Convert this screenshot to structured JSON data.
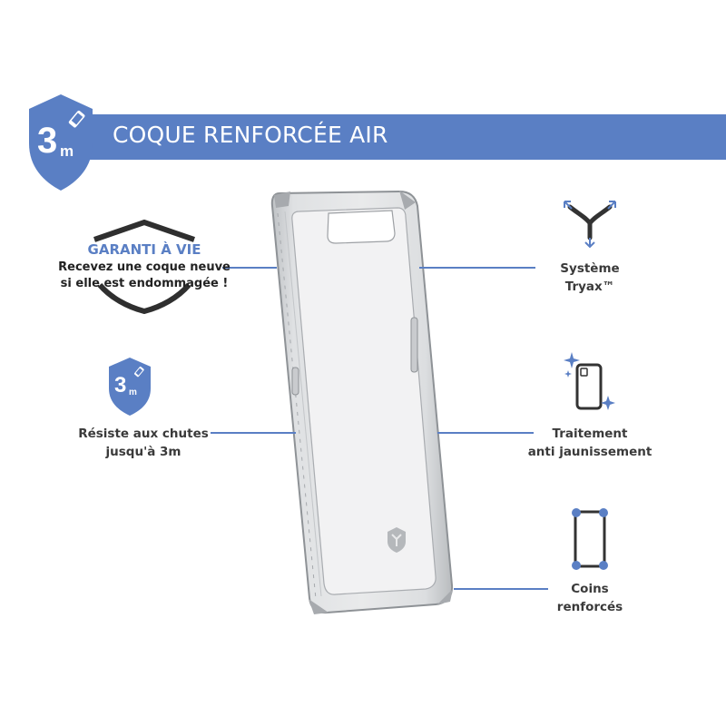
{
  "header": {
    "badge_number": "3",
    "badge_unit": "m",
    "title": "COQUE RENFORCÉE AIR"
  },
  "warranty": {
    "title": "GARANTI À VIE",
    "line1": "Recevez une coque neuve",
    "line2": "si elle est endommagée !"
  },
  "drop": {
    "badge_number": "3",
    "badge_unit": "m",
    "line1": "Résiste aux chutes",
    "line2": "jusqu'à 3m"
  },
  "features": {
    "tryax": {
      "line1": "Système",
      "line2": "Tryax™",
      "icon": "tryax-icon"
    },
    "yellowing": {
      "line1": "Traitement",
      "line2": "anti jaunissement",
      "icon": "sparkle-phone-icon"
    },
    "corners": {
      "line1": "Coins",
      "line2": "renforcés",
      "icon": "reinforced-corners-icon"
    }
  },
  "colors": {
    "accent": "#5a7fc4",
    "text": "#3a3a3a",
    "dark_icon": "#333333"
  }
}
